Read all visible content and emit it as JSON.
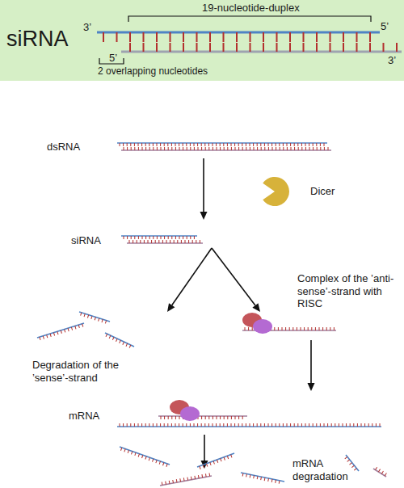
{
  "diagram": {
    "nodes": [
      {
        "text": [
          "siRNA",
          "19-nucleotide-duplex",
          "3’",
          "5’",
          "5’",
          "3’",
          "2 overlapping nucleotides"
        ]
      }
    ],
    "labels": [
      "dsRNA",
      "Dicer",
      "siRNA",
      "Complex of the ’anti-sense’-strand with RISC",
      "Degradation of the ’sense’-strand",
      "mRNA",
      "mRNA degradation"
    ]
  }
}
